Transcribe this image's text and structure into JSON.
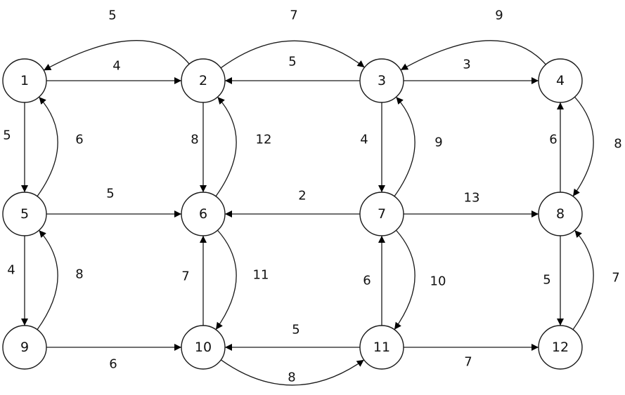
{
  "graph": {
    "nodes": [
      {
        "id": "1",
        "label": "1"
      },
      {
        "id": "2",
        "label": "2"
      },
      {
        "id": "3",
        "label": "3"
      },
      {
        "id": "4",
        "label": "4"
      },
      {
        "id": "5",
        "label": "5"
      },
      {
        "id": "6",
        "label": "6"
      },
      {
        "id": "7",
        "label": "7"
      },
      {
        "id": "8",
        "label": "8"
      },
      {
        "id": "9",
        "label": "9"
      },
      {
        "id": "10",
        "label": "10"
      },
      {
        "id": "11",
        "label": "11"
      },
      {
        "id": "12",
        "label": "12"
      }
    ],
    "edges": [
      {
        "from": "2",
        "to": "1",
        "weight": "5"
      },
      {
        "from": "1",
        "to": "2",
        "weight": "4"
      },
      {
        "from": "2",
        "to": "3",
        "weight": "7"
      },
      {
        "from": "3",
        "to": "2",
        "weight": "5"
      },
      {
        "from": "3",
        "to": "4",
        "weight": "3"
      },
      {
        "from": "4",
        "to": "3",
        "weight": "9"
      },
      {
        "from": "1",
        "to": "5",
        "weight": "5"
      },
      {
        "from": "5",
        "to": "1",
        "weight": "6"
      },
      {
        "from": "2",
        "to": "6",
        "weight": "8"
      },
      {
        "from": "6",
        "to": "2",
        "weight": "12"
      },
      {
        "from": "3",
        "to": "7",
        "weight": "4"
      },
      {
        "from": "7",
        "to": "3",
        "weight": "9"
      },
      {
        "from": "8",
        "to": "4",
        "weight": "6"
      },
      {
        "from": "4",
        "to": "8",
        "weight": "8"
      },
      {
        "from": "5",
        "to": "6",
        "weight": "5"
      },
      {
        "from": "7",
        "to": "6",
        "weight": "2"
      },
      {
        "from": "7",
        "to": "8",
        "weight": "13"
      },
      {
        "from": "5",
        "to": "9",
        "weight": "4"
      },
      {
        "from": "9",
        "to": "5",
        "weight": "8"
      },
      {
        "from": "10",
        "to": "6",
        "weight": "7"
      },
      {
        "from": "6",
        "to": "10",
        "weight": "11"
      },
      {
        "from": "11",
        "to": "7",
        "weight": "6"
      },
      {
        "from": "7",
        "to": "11",
        "weight": "10"
      },
      {
        "from": "8",
        "to": "12",
        "weight": "5"
      },
      {
        "from": "12",
        "to": "8",
        "weight": "7"
      },
      {
        "from": "9",
        "to": "10",
        "weight": "6"
      },
      {
        "from": "11",
        "to": "10",
        "weight": "5"
      },
      {
        "from": "10",
        "to": "11",
        "weight": "8"
      },
      {
        "from": "11",
        "to": "12",
        "weight": "7"
      }
    ]
  }
}
